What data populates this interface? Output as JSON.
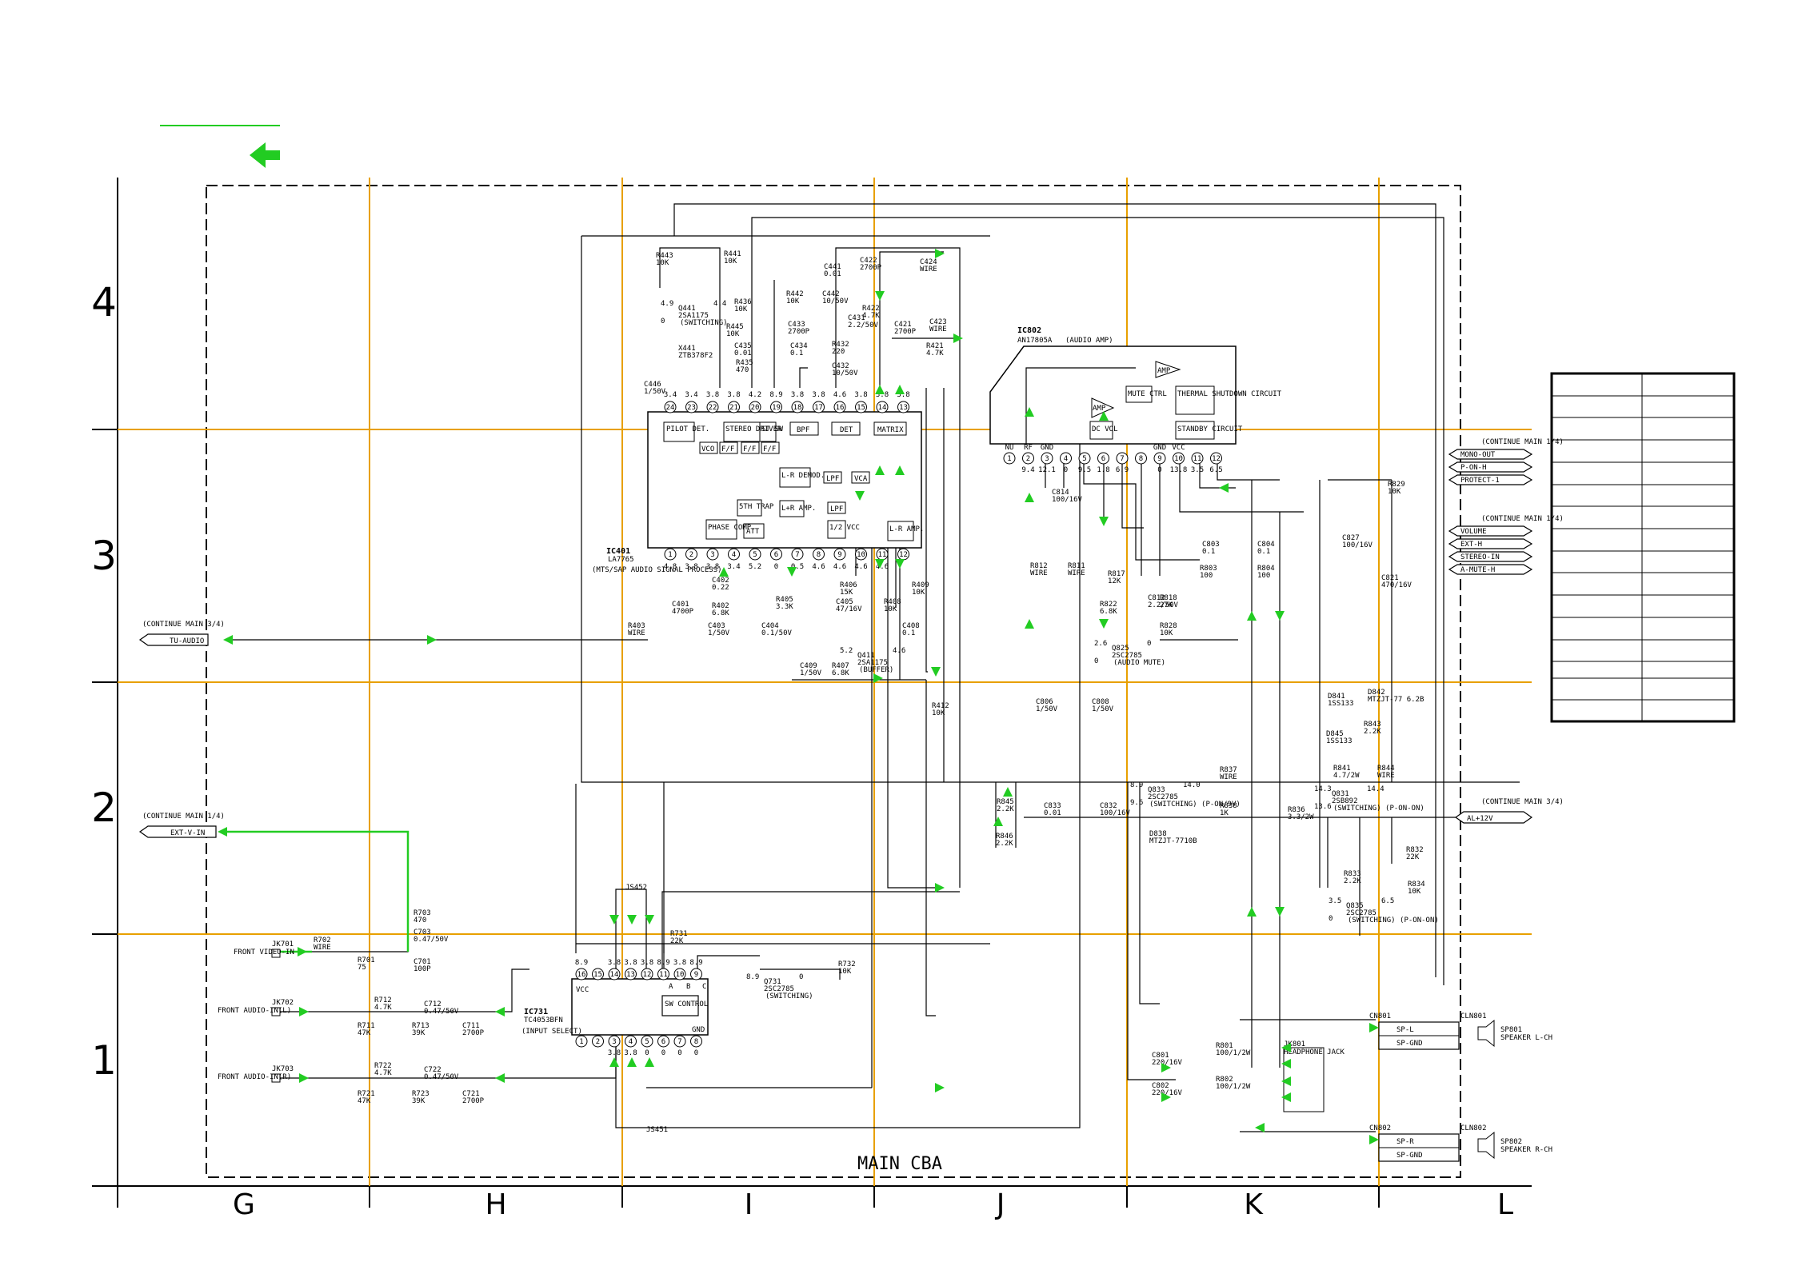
{
  "board_label": "MAIN CBA",
  "grid": {
    "columns": [
      "G",
      "H",
      "I",
      "J",
      "K",
      "L"
    ],
    "rows": [
      "4",
      "3",
      "2",
      "1"
    ]
  },
  "colors": {
    "grid_line": "#e8a000",
    "signal_arrow": "#22cc22",
    "wire": "#000000",
    "background": "#ffffff"
  },
  "ics": [
    {
      "ref": "IC401",
      "part": "LA7765",
      "desc": "(MTS/SAP AUDIO SIGNAL PROCESS)",
      "pins_top": [
        "24",
        "23",
        "22",
        "21",
        "20",
        "19",
        "18",
        "17",
        "16",
        "15",
        "14",
        "13"
      ],
      "pins_bottom": [
        "1",
        "2",
        "3",
        "4",
        "5",
        "6",
        "7",
        "8",
        "9",
        "10",
        "11",
        "12"
      ],
      "volt_top": [
        "3.4",
        "3.4",
        "3.8",
        "3.8",
        "4.2",
        "8.9",
        "3.8",
        "3.8",
        "4.6",
        "3.8",
        "3.8",
        "3.8"
      ],
      "volt_bottom": [
        "4.8",
        "3.8",
        "3.8",
        "3.4",
        "5.2",
        "0",
        "0.5",
        "4.6",
        "4.6",
        "4.6",
        "4.6",
        ""
      ],
      "blocks": [
        "PILOT DET.",
        "STEREO DRIVER",
        "ST SW",
        "BPF",
        "DET",
        "MATRIX",
        "VCO",
        "F/F",
        "F/F",
        "F/F",
        "L-R DEMOD.",
        "LPF",
        "VCA",
        "L+R AMP.",
        "LPF",
        "5TH TRAP",
        "PHASE COMP.",
        "ATT",
        "1/2 VCC",
        "L-R AMP."
      ]
    },
    {
      "ref": "IC802",
      "part": "AN17805A",
      "desc": "(AUDIO AMP)",
      "pins": [
        "1",
        "2",
        "3",
        "4",
        "5",
        "6",
        "7",
        "8",
        "9",
        "10",
        "11",
        "12"
      ],
      "pin_labels": [
        "NU",
        "RF",
        "GND",
        "",
        "",
        "",
        "",
        "",
        "GND",
        "VCC",
        "",
        ""
      ],
      "volts": [
        "",
        "9.4",
        "12.1",
        "0",
        "9.5",
        "1.8",
        "6.9",
        "",
        "0",
        "13.8",
        "3.5",
        "6.5"
      ],
      "blocks": [
        "AMP",
        "MUTE CTRL",
        "THERMAL SHUTDOWN CIRCUIT",
        "AMP",
        "DC VOL",
        "STANDBY CIRCUIT"
      ]
    },
    {
      "ref": "IC731",
      "part": "TC4053BFN",
      "desc": "(INPUT SELECT)",
      "pins_top": [
        "16",
        "15",
        "14",
        "13",
        "12",
        "11",
        "10",
        "9"
      ],
      "pins_bottom": [
        "1",
        "2",
        "3",
        "4",
        "5",
        "6",
        "7",
        "8"
      ],
      "volt_top": [
        "8.9",
        "",
        "3.8",
        "3.8",
        "3.8",
        "8.9",
        "3.8",
        "8.9"
      ],
      "volt_bottom": [
        "",
        "",
        "3.8",
        "3.8",
        "0",
        "0",
        "0",
        "0"
      ],
      "blocks": [
        "VCC",
        "SW CONTROL",
        "GND",
        "A",
        "B",
        "C"
      ]
    }
  ],
  "connectors_left": [
    {
      "continue": "(CONTINUE MAIN 3/4)",
      "signal": "TU-AUDIO"
    },
    {
      "continue": "(CONTINUE MAIN 1/4)",
      "signal": "EXT-V-IN"
    }
  ],
  "connectors_right_a": {
    "continue": "(CONTINUE MAIN 1/4)",
    "signals": [
      "MONO-OUT",
      "P-ON-H",
      "PROTECT-1"
    ]
  },
  "connectors_right_b": {
    "continue": "(CONTINUE MAIN 1/4)",
    "signals": [
      "VOLUME",
      "EXT-H",
      "STEREO-IN",
      "A-MUTE-H"
    ]
  },
  "connectors_right_c": {
    "continue": "(CONTINUE MAIN 3/4)",
    "signal": "AL+12V"
  },
  "front_inputs": [
    {
      "jack": "JK701",
      "label": "FRONT VIDEO-IN"
    },
    {
      "jack": "JK702",
      "label": "FRONT AUDIO-IN(L)"
    },
    {
      "jack": "JK703",
      "label": "FRONT AUDIO-IN(R)"
    }
  ],
  "speakers": [
    {
      "cn": "CN801",
      "cln": "CLN801",
      "spk": "SP801",
      "name": "SPEAKER L-CH",
      "pins": [
        "SP-L",
        "SP-GND"
      ]
    },
    {
      "cn": "CN802",
      "cln": "CLN802",
      "spk": "SP802",
      "name": "SPEAKER R-CH",
      "pins": [
        "SP-R",
        "SP-GND"
      ]
    }
  ],
  "headphone": {
    "ref": "JK801",
    "name": "HEADPHONE JACK"
  },
  "components": [
    {
      "ref": "R443",
      "val": "10K"
    },
    {
      "ref": "R441",
      "val": "10K"
    },
    {
      "ref": "Q441",
      "val": "2SA1175",
      "note": "(SWITCHING)",
      "v1": "4.9",
      "v2": "4.4",
      "v3": "0"
    },
    {
      "ref": "R436",
      "val": "10K"
    },
    {
      "ref": "R445",
      "val": "10K"
    },
    {
      "ref": "R442",
      "val": "10K"
    },
    {
      "ref": "C441",
      "val": "0.01"
    },
    {
      "ref": "C442",
      "val": "10/50V"
    },
    {
      "ref": "C422",
      "val": "2700P"
    },
    {
      "ref": "C424",
      "val": "WIRE"
    },
    {
      "ref": "R422",
      "val": "4.7K"
    },
    {
      "ref": "X441",
      "val": "ZTB378F2"
    },
    {
      "ref": "C435",
      "val": "0.01"
    },
    {
      "ref": "R435",
      "val": "470"
    },
    {
      "ref": "C433",
      "val": "2700P"
    },
    {
      "ref": "C434",
      "val": "0.1"
    },
    {
      "ref": "R432",
      "val": "220"
    },
    {
      "ref": "C432",
      "val": "10/50V"
    },
    {
      "ref": "C431",
      "val": "2.2/50V"
    },
    {
      "ref": "C421",
      "val": "2700P"
    },
    {
      "ref": "C423",
      "val": "WIRE"
    },
    {
      "ref": "R421",
      "val": "4.7K"
    },
    {
      "ref": "C446",
      "val": "1/50V"
    },
    {
      "ref": "C401",
      "val": "4700P"
    },
    {
      "ref": "C402",
      "val": "0.22"
    },
    {
      "ref": "R402",
      "val": "6.8K"
    },
    {
      "ref": "C403",
      "val": "1/50V"
    },
    {
      "ref": "R405",
      "val": "3.3K"
    },
    {
      "ref": "R406",
      "val": "15K"
    },
    {
      "ref": "C405",
      "val": "47/16V"
    },
    {
      "ref": "R408",
      "val": "10K"
    },
    {
      "ref": "R409",
      "val": "10K"
    },
    {
      "ref": "R403",
      "val": "WIRE"
    },
    {
      "ref": "C404",
      "val": "0.1/50V"
    },
    {
      "ref": "C408",
      "val": "0.1"
    },
    {
      "ref": "C409",
      "val": "1/50V"
    },
    {
      "ref": "R407",
      "val": "6.8K"
    },
    {
      "ref": "Q411",
      "val": "2SA1175",
      "note": "(BUFFER)",
      "v1": "5.2",
      "v2": "4.6"
    },
    {
      "ref": "R412",
      "val": "10K"
    },
    {
      "ref": "C814",
      "val": "100/16V"
    },
    {
      "ref": "R812",
      "val": "WIRE"
    },
    {
      "ref": "R811",
      "val": "WIRE"
    },
    {
      "ref": "R817",
      "val": "12K"
    },
    {
      "ref": "C812",
      "val": "2.2/50V"
    },
    {
      "ref": "R818",
      "val": "27K"
    },
    {
      "ref": "R822",
      "val": "6.8K"
    },
    {
      "ref": "R828",
      "val": "10K"
    },
    {
      "ref": "Q825",
      "val": "2SC2785",
      "note": "(AUDIO MUTE)",
      "v1": "2.6",
      "v2": "0",
      "v3": "0"
    },
    {
      "ref": "C803",
      "val": "0.1"
    },
    {
      "ref": "R803",
      "val": "100"
    },
    {
      "ref": "C804",
      "val": "0.1"
    },
    {
      "ref": "R804",
      "val": "100"
    },
    {
      "ref": "C827",
      "val": "100/16V"
    },
    {
      "ref": "C821",
      "val": "470/16V"
    },
    {
      "ref": "R829",
      "val": "10K"
    },
    {
      "ref": "C806",
      "val": "1/50V"
    },
    {
      "ref": "C808",
      "val": "1/50V"
    },
    {
      "ref": "D841",
      "val": "1SS133"
    },
    {
      "ref": "D842",
      "val": "MTZJT-77 6.2B"
    },
    {
      "ref": "R843",
      "val": "2.2K"
    },
    {
      "ref": "D845",
      "val": "1SS133"
    },
    {
      "ref": "R841",
      "val": "4.7/2W"
    },
    {
      "ref": "R844",
      "val": "WIRE"
    },
    {
      "ref": "R845",
      "val": "2.2K"
    },
    {
      "ref": "R846",
      "val": "2.2K"
    },
    {
      "ref": "C833",
      "val": "0.01"
    },
    {
      "ref": "C832",
      "val": "100/16V"
    },
    {
      "ref": "Q833",
      "val": "2SC2785",
      "note": "(SWITCHING) (P-ON/9V)",
      "v1": "8.9",
      "v2": "14.0",
      "v3": "9.6"
    },
    {
      "ref": "R837",
      "val": "WIRE"
    },
    {
      "ref": "R838",
      "val": "1K"
    },
    {
      "ref": "D838",
      "val": "MTZJT-7710B"
    },
    {
      "ref": "R836",
      "val": "3.3/2W"
    },
    {
      "ref": "Q831",
      "val": "2SB892",
      "note": "(SWITCHING) (P-ON-ON)",
      "v1": "14.3",
      "v2": "14.4",
      "v3": "13.6"
    },
    {
      "ref": "R832",
      "val": "22K"
    },
    {
      "ref": "R833",
      "val": "2.2K"
    },
    {
      "ref": "R834",
      "val": "10K"
    },
    {
      "ref": "Q835",
      "val": "2SC2785",
      "note": "(SWITCHING) (P-ON-ON)",
      "v1": "3.5",
      "v2": "6.5",
      "v3": "0"
    },
    {
      "ref": "R703",
      "val": "470"
    },
    {
      "ref": "C703",
      "val": "0.47/50V"
    },
    {
      "ref": "R702",
      "val": "WIRE"
    },
    {
      "ref": "R701",
      "val": "75"
    },
    {
      "ref": "C701",
      "val": "100P"
    },
    {
      "ref": "R712",
      "val": "4.7K"
    },
    {
      "ref": "C712",
      "val": "0.47/50V"
    },
    {
      "ref": "R711",
      "val": "47K"
    },
    {
      "ref": "R713",
      "val": "39K"
    },
    {
      "ref": "C711",
      "val": "2700P"
    },
    {
      "ref": "R722",
      "val": "4.7K"
    },
    {
      "ref": "C722",
      "val": "0.47/50V"
    },
    {
      "ref": "R721",
      "val": "47K"
    },
    {
      "ref": "R723",
      "val": "39K"
    },
    {
      "ref": "C721",
      "val": "2700P"
    },
    {
      "ref": "JS452",
      "val": ""
    },
    {
      "ref": "R731",
      "val": "22K"
    },
    {
      "ref": "R732",
      "val": "10K"
    },
    {
      "ref": "Q731",
      "val": "2SC2785",
      "note": "(SWITCHING)",
      "v1": "8.9",
      "v2": "0"
    },
    {
      "ref": "JS451",
      "val": ""
    },
    {
      "ref": "C801",
      "val": "220/16V"
    },
    {
      "ref": "R801",
      "val": "100/1/2W"
    },
    {
      "ref": "C802",
      "val": "220/16V"
    },
    {
      "ref": "R802",
      "val": "100/1/2W"
    }
  ]
}
